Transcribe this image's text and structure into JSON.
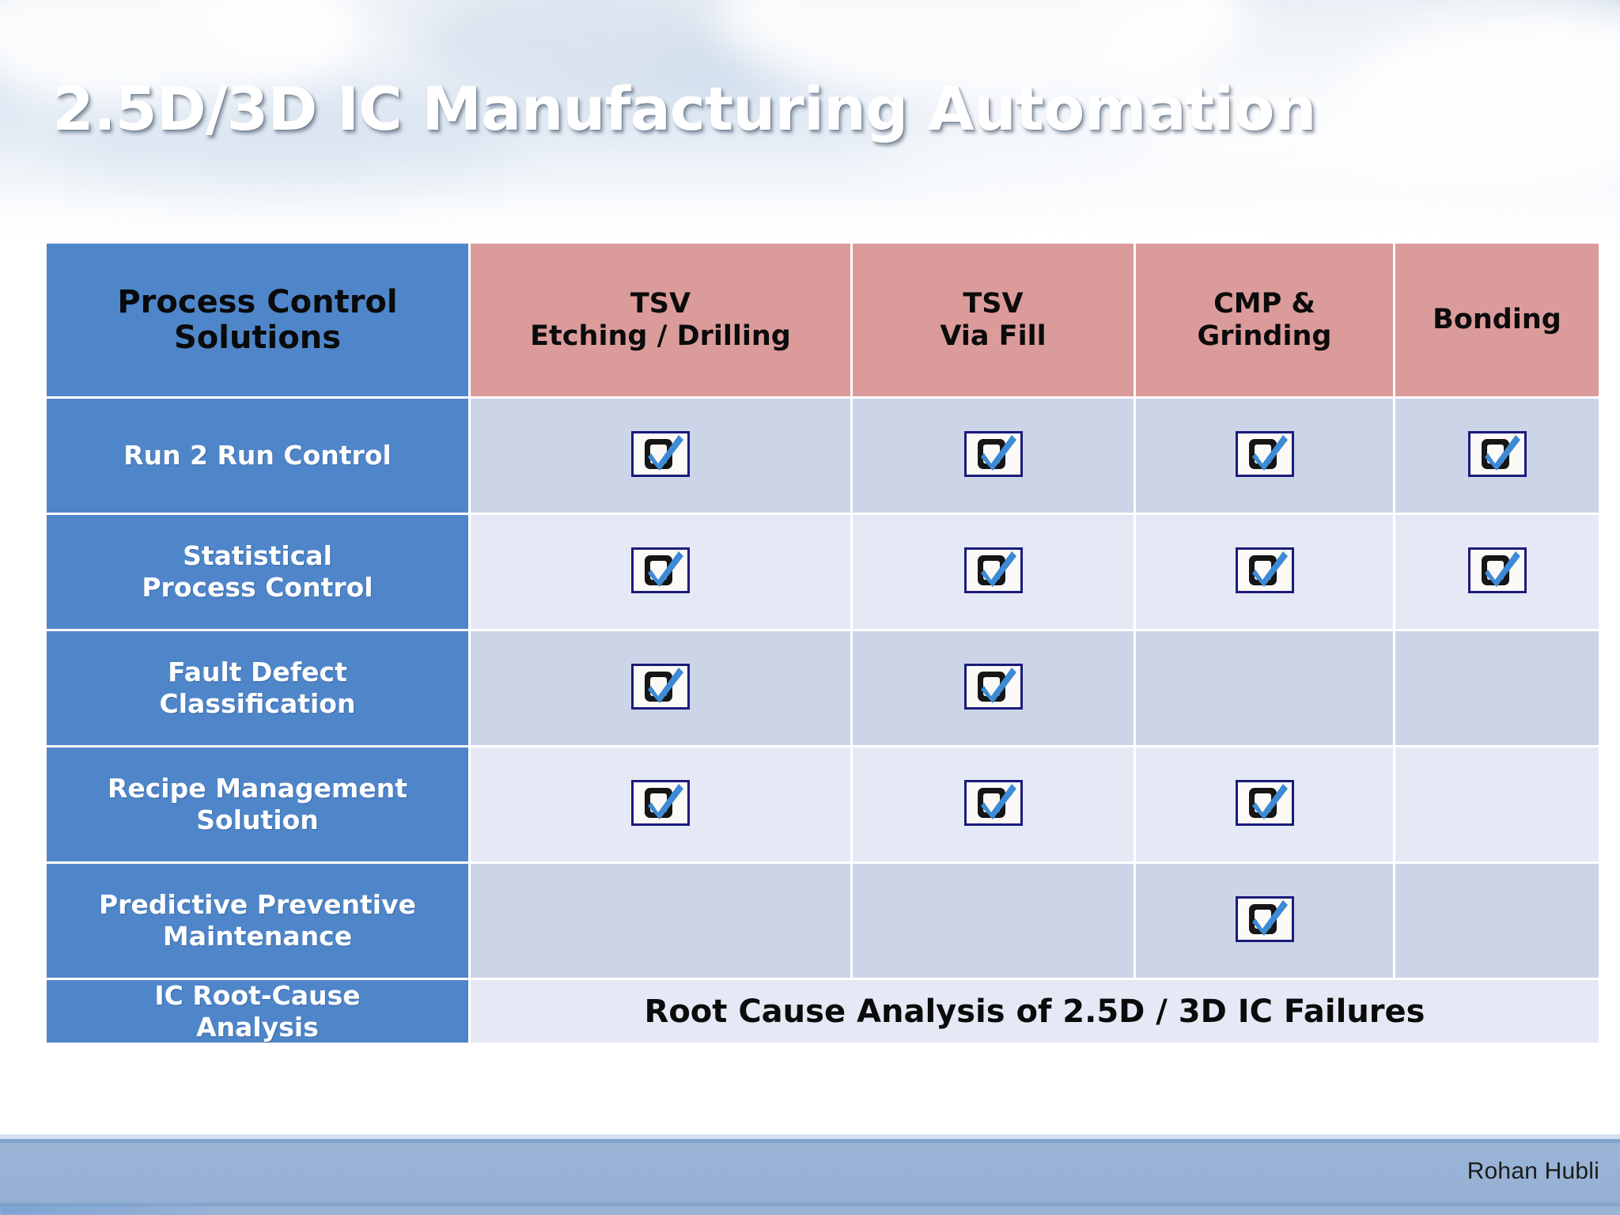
{
  "slide": {
    "title": "2.5D/3D IC Manufacturing Automation"
  },
  "table": {
    "corner_header": "Process Control\nSolutions",
    "corner_header_line1": "Process Control",
    "corner_header_line2": "Solutions",
    "columns": [
      {
        "line1": "TSV",
        "line2": "Etching / Drilling"
      },
      {
        "line1": "TSV",
        "line2": "Via Fill"
      },
      {
        "line1": "CMP &",
        "line2": "Grinding"
      },
      {
        "line1": "Bonding",
        "line2": ""
      }
    ],
    "rows": [
      {
        "label_line1": "Run 2 Run Control",
        "label_line2": "",
        "checks": [
          true,
          true,
          true,
          true
        ]
      },
      {
        "label_line1": "Statistical",
        "label_line2": "Process Control",
        "checks": [
          true,
          true,
          true,
          true
        ]
      },
      {
        "label_line1": "Fault Defect",
        "label_line2": "Classification",
        "checks": [
          true,
          true,
          false,
          false
        ]
      },
      {
        "label_line1": "Recipe Management",
        "label_line2": "Solution",
        "checks": [
          true,
          true,
          true,
          false
        ]
      },
      {
        "label_line1": "Predictive Preventive",
        "label_line2": "Maintenance",
        "checks": [
          false,
          false,
          true,
          false
        ]
      }
    ],
    "final_row": {
      "label_line1": "IC Root-Cause",
      "label_line2": "Analysis",
      "merged_text": "Root Cause Analysis of 2.5D / 3D IC Failures"
    }
  },
  "footer": {
    "author": "Rohan Hubli"
  },
  "icons": {
    "checkmark": "checkmark-icon"
  },
  "colors": {
    "header_blue": "#4f86ca",
    "header_pink": "#dc9b9b",
    "cell_light": "#e5e9f5",
    "cell_dark": "#ccd5e8",
    "check_blue": "#3d8ad6",
    "check_border": "#1b1b7a",
    "footer_blue": "#96b1d4",
    "title_white": "#ffffff"
  }
}
